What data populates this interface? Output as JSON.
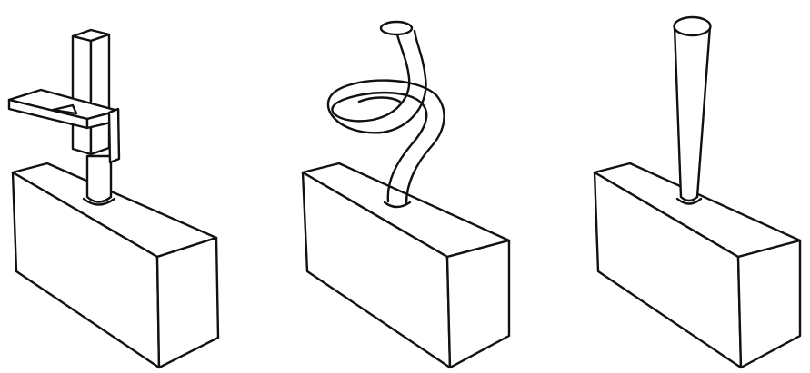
{
  "figure": {
    "background": "#ffffff",
    "ink_color": "#111111",
    "panels": [
      {
        "id": "left",
        "depicts": "block-with-bent-bar-tube"
      },
      {
        "id": "middle",
        "depicts": "block-with-helical-tube"
      },
      {
        "id": "right",
        "depicts": "block-with-tapered-rod"
      }
    ]
  }
}
